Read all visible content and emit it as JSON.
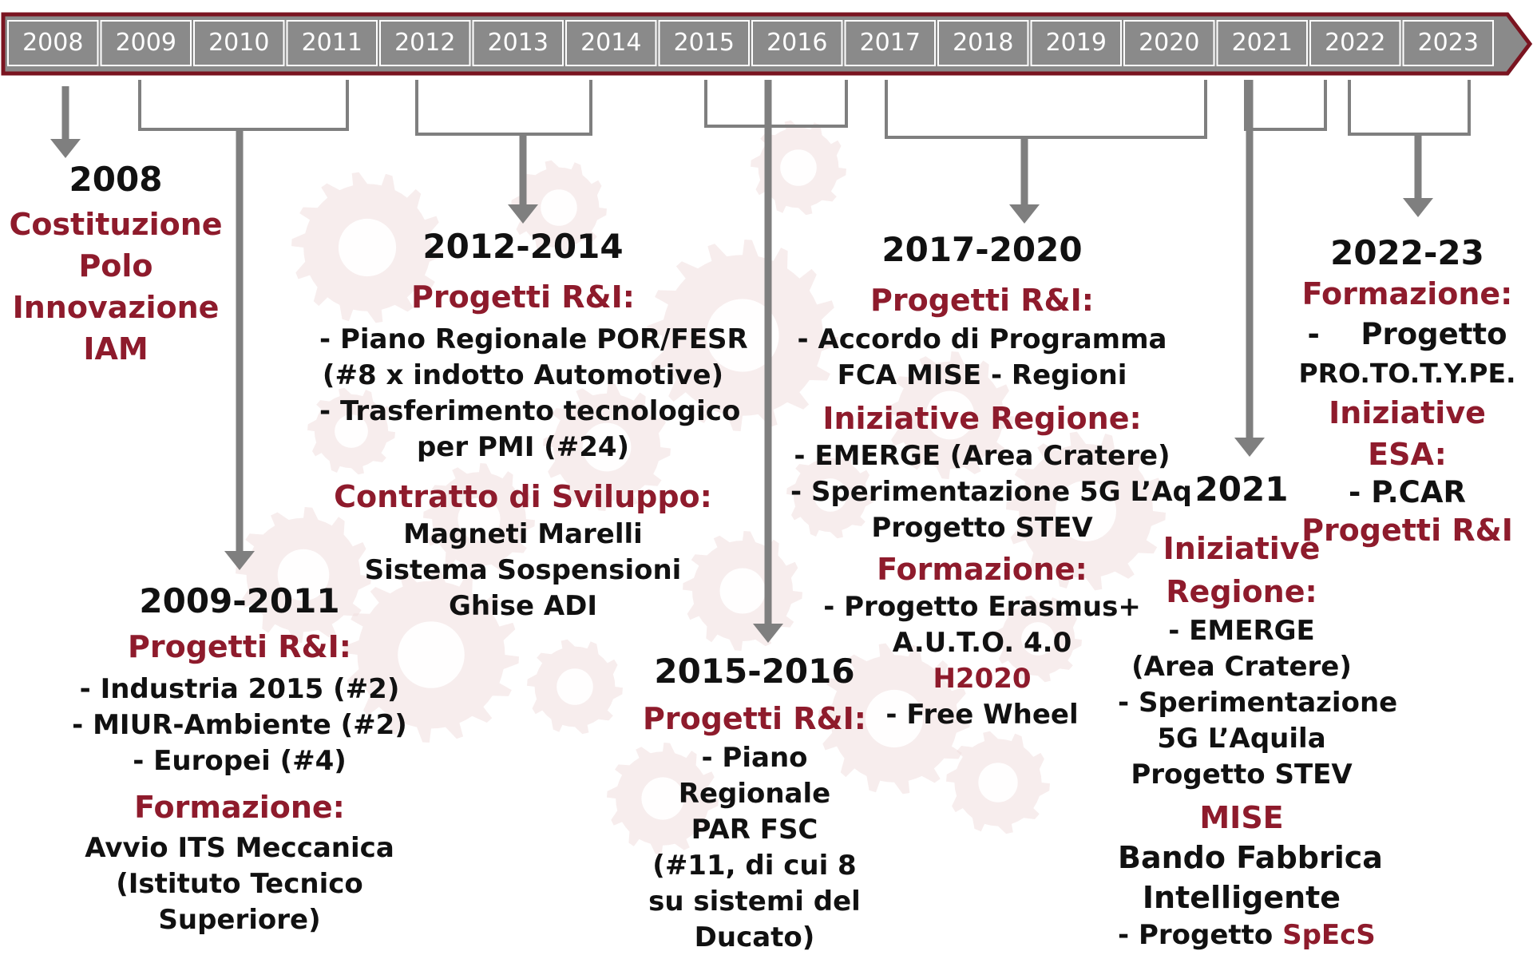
{
  "colors": {
    "accent_red": "#8e1b2c",
    "bar_gray": "#8a8a8a",
    "bar_border": "#7a1420",
    "connector_gray": "#7f7f7f",
    "gear_tint": "#f1dede"
  },
  "timeline": {
    "years": [
      "2008",
      "2009",
      "2010",
      "2011",
      "2012",
      "2013",
      "2014",
      "2015",
      "2016",
      "2017",
      "2018",
      "2019",
      "2020",
      "2021",
      "2022",
      "2023"
    ]
  },
  "blocks": {
    "b2008": {
      "year": "2008",
      "title_lines": [
        "Costituzione",
        "Polo",
        "Innovazione",
        "IAM"
      ]
    },
    "b2009": {
      "year": "2009-2011",
      "h1": "Progetti R&I:",
      "items1": [
        "- Industria 2015 (#2)",
        "- MIUR-Ambiente (#2)",
        "- Europei (#4)"
      ],
      "h2": "Formazione:",
      "items2": [
        "Avvio ITS Meccanica",
        "(Istituto Tecnico",
        "Superiore)"
      ]
    },
    "b2012": {
      "year": "2012-2014",
      "h1": "Progetti R&I:",
      "items1": [
        "- Piano Regionale POR/FESR",
        "(#8 x indotto Automotive)",
        "- Trasferimento tecnologico",
        "per PMI (#24)"
      ],
      "h2": "Contratto di Sviluppo:",
      "items2": [
        "Magneti Marelli",
        "Sistema Sospensioni",
        "Ghise ADI"
      ]
    },
    "b2015": {
      "year": "2015-2016",
      "h1": "Progetti R&I:",
      "items1": [
        "- Piano",
        "Regionale",
        "PAR FSC",
        "(#11, di cui 8",
        "su sistemi del",
        "Ducato)"
      ]
    },
    "b2017": {
      "year": "2017-2020",
      "h1": "Progetti R&I:",
      "items1": [
        "- Accordo di Programma",
        "FCA MISE - Regioni"
      ],
      "h2": "Iniziative Regione:",
      "items2": [
        "- EMERGE (Area Cratere)",
        "- Sperimentazione 5G L’Aq",
        "Progetto STEV"
      ],
      "h3": "Formazione:",
      "items3": [
        "- Progetto Erasmus+",
        "A.U.T.O. 4.0"
      ],
      "h4": "H2020",
      "items4": [
        "- Free Wheel"
      ]
    },
    "b2021": {
      "year": "2021",
      "h1_lines": [
        "Iniziative",
        "Regione:"
      ],
      "items1": [
        "- EMERGE",
        "(Area Cratere)",
        "- Sperimentazione",
        "5G L’Aquila",
        "Progetto STEV"
      ],
      "h2": "MISE",
      "items2": [
        "Bando Fabbrica",
        "Intelligente"
      ],
      "item3_prefix": "- Progetto ",
      "item3_highlight": "SpEcS"
    },
    "b2022": {
      "year": "2022-23",
      "h1": "Formazione:",
      "items1": [
        "-    Progetto",
        "PRO.TO.T.Y.PE."
      ],
      "h2_lines": [
        "Iniziative",
        "ESA:"
      ],
      "items2": [
        "- P.CAR"
      ],
      "h3": "Progetti R&I"
    }
  }
}
